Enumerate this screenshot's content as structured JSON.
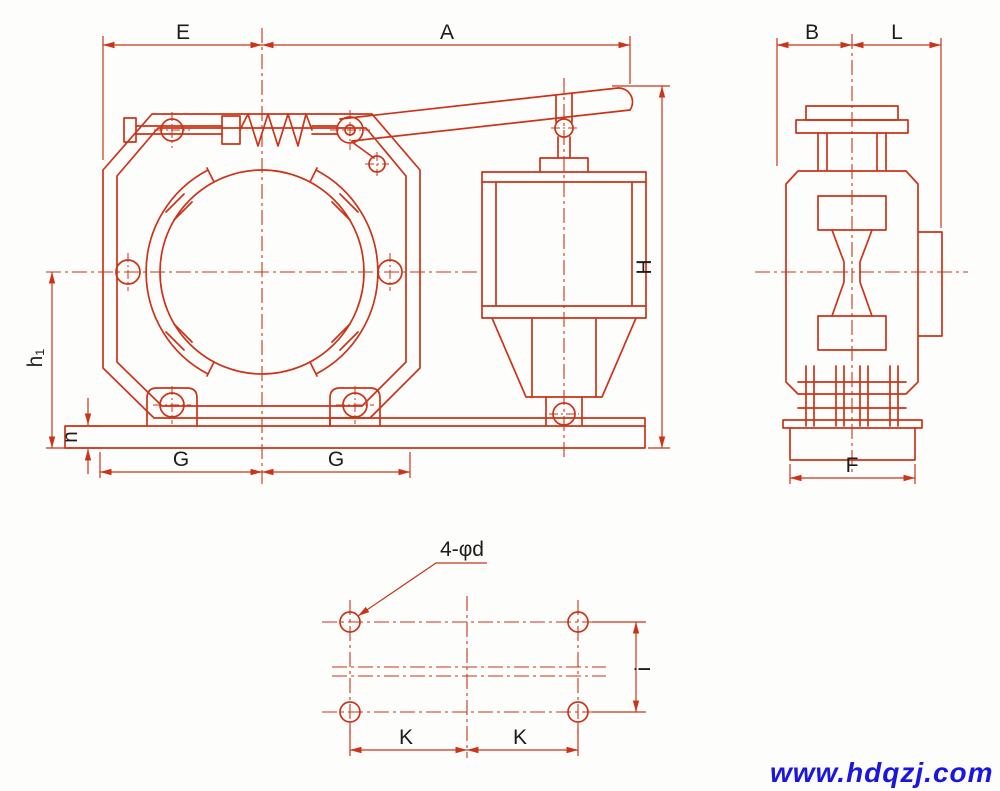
{
  "colors": {
    "line": "#cc3318",
    "label": "#1c1c1c",
    "watermark": "#1a16e0",
    "background": "#fdfdfb"
  },
  "watermark": {
    "text": "www.hdqzj.com"
  },
  "front_view": {
    "dims": {
      "E": "E",
      "A": "A",
      "H": "H",
      "h1": "h₁",
      "n": "n",
      "G_left": "G",
      "G_right": "G"
    }
  },
  "side_view": {
    "dims": {
      "B": "B",
      "L": "L",
      "F": "F"
    }
  },
  "bottom_view": {
    "hole_callout": "4-φd",
    "dims": {
      "i": "i",
      "K_left": "K",
      "K_right": "K"
    }
  }
}
